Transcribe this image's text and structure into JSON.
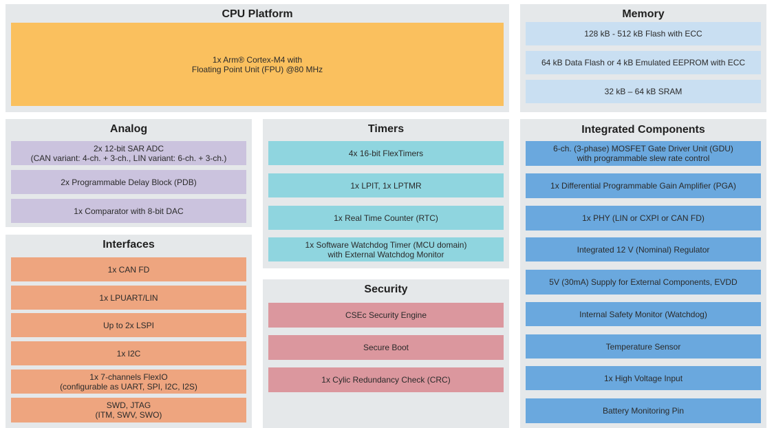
{
  "cpu": {
    "title": "CPU Platform",
    "core": {
      "line1": "1x Arm® Cortex-M4 with",
      "line2": "Floating Point Unit (FPU) @80 MHz"
    }
  },
  "memory": {
    "title": "Memory",
    "items": [
      "128 kB - 512 kB Flash with ECC",
      "64 kB Data Flash or 4 kB Emulated EEPROM with ECC",
      "32 kB – 64 kB SRAM"
    ]
  },
  "analog": {
    "title": "Analog",
    "items": [
      {
        "line1": "2x 12-bit SAR ADC",
        "line2": "(CAN variant: 4-ch. + 3-ch., LIN variant: 6-ch. + 3-ch.)"
      },
      {
        "line1": "2x Programmable Delay Block (PDB)",
        "line2": ""
      },
      {
        "line1": "1x Comparator with 8-bit DAC",
        "line2": ""
      }
    ]
  },
  "timers": {
    "title": "Timers",
    "items": [
      {
        "line1": "4x 16-bit FlexTimers",
        "line2": ""
      },
      {
        "line1": "1x LPIT, 1x LPTMR",
        "line2": ""
      },
      {
        "line1": "1x Real Time Counter (RTC)",
        "line2": ""
      },
      {
        "line1": "1x Software Watchdog Timer (MCU domain)",
        "line2": "with External Watchdog Monitor"
      }
    ]
  },
  "security": {
    "title": "Security",
    "items": [
      "CSEc Security Engine",
      "Secure Boot",
      "1x Cylic Redundancy Check (CRC)"
    ]
  },
  "interfaces": {
    "title": "Interfaces",
    "items": [
      {
        "line1": "1x CAN FD",
        "line2": ""
      },
      {
        "line1": "1x LPUART/LIN",
        "line2": ""
      },
      {
        "line1": "Up to 2x LSPI",
        "line2": ""
      },
      {
        "line1": "1x I2C",
        "line2": ""
      },
      {
        "line1": "1x 7-channels FlexIO",
        "line2": "(configurable as UART, SPI, I2C, I2S)"
      },
      {
        "line1": "SWD, JTAG",
        "line2": "(ITM, SWV, SWO)"
      }
    ]
  },
  "integrated": {
    "title": "Integrated Components",
    "items": [
      {
        "line1": "6-ch. (3-phase) MOSFET Gate Driver Unit (GDU)",
        "line2": "with programmable slew rate control"
      },
      {
        "line1": "1x Differential Programmable Gain Amplifier (PGA)",
        "line2": ""
      },
      {
        "line1": "1x PHY (LIN or CXPI or CAN FD)",
        "line2": ""
      },
      {
        "line1": "Integrated 12 V (Nominal) Regulator",
        "line2": ""
      },
      {
        "line1": "5V (30mA) Supply for External Components, EVDD",
        "line2": ""
      },
      {
        "line1": "Internal Safety Monitor (Watchdog)",
        "line2": ""
      },
      {
        "line1": "Temperature Sensor",
        "line2": ""
      },
      {
        "line1": "1x High Voltage Input",
        "line2": ""
      },
      {
        "line1": "Battery Monitoring Pin",
        "line2": ""
      }
    ]
  }
}
